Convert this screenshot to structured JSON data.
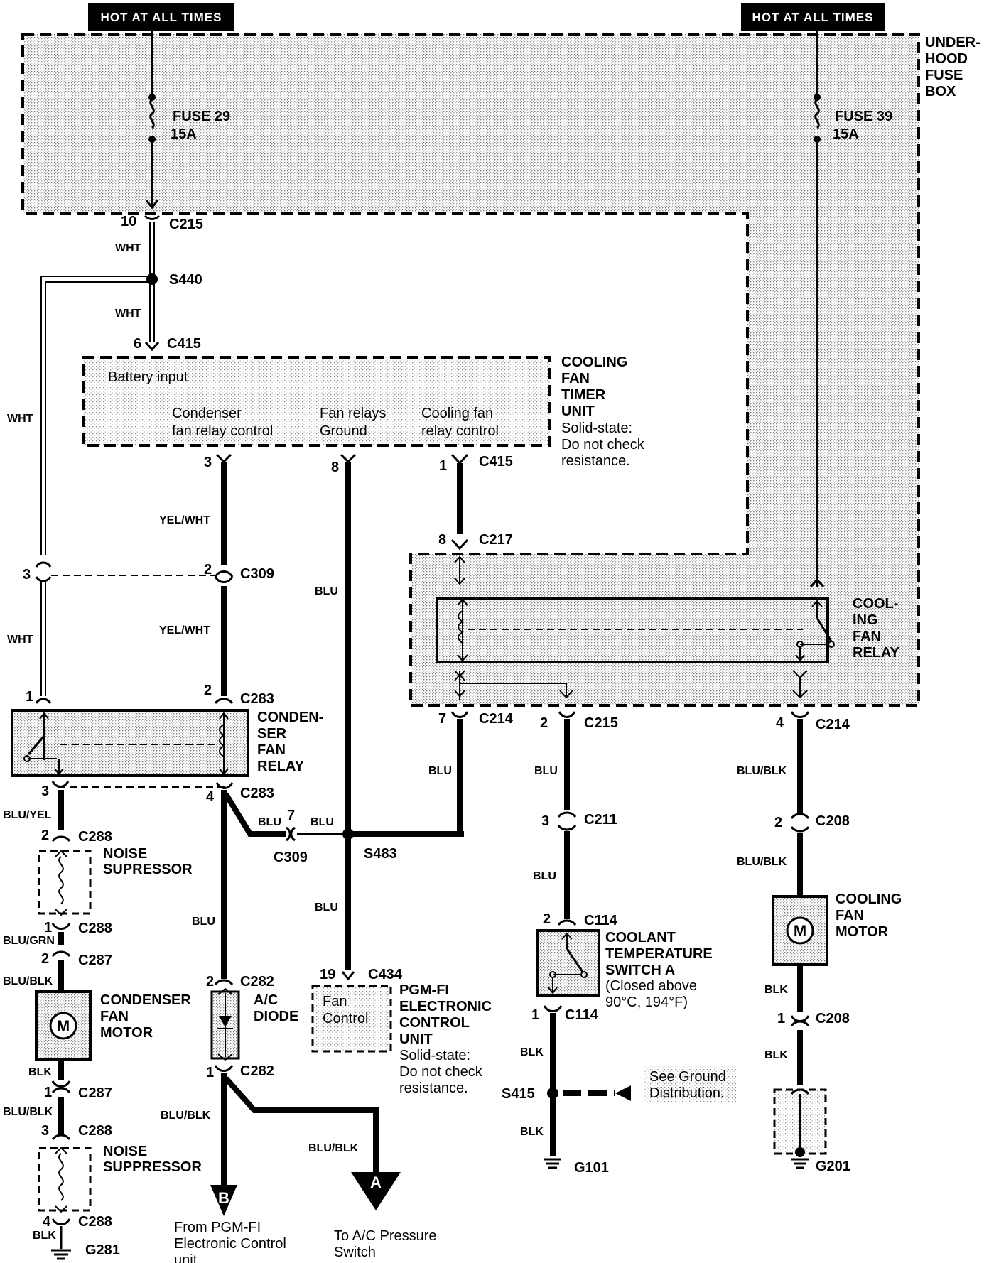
{
  "hot_labels": [
    "HOT AT ALL TIMES",
    "HOT AT ALL TIMES"
  ],
  "fusebox_label": [
    "UNDER-",
    "HOOD",
    "FUSE",
    "BOX"
  ],
  "fuses": [
    {
      "name": "FUSE 29",
      "rating": "15A"
    },
    {
      "name": "FUSE 39",
      "rating": "15A"
    }
  ],
  "splices": [
    "S440",
    "S483",
    "S415"
  ],
  "grounds": [
    "G281",
    "G101",
    "G201"
  ],
  "timer_unit": {
    "title": [
      "COOLING",
      "FAN",
      "TIMER",
      "UNIT"
    ],
    "note": [
      "Solid-state:",
      "Do not check",
      "resistance."
    ],
    "battery_input": "Battery input",
    "condenser_control": [
      "Condenser",
      "fan relay control"
    ],
    "fan_relays_ground": [
      "Fan relays",
      "Ground"
    ],
    "cooling_control": [
      "Cooling fan",
      "relay control"
    ]
  },
  "components": {
    "condenser_relay": [
      "CONDEN-",
      "SER",
      "FAN",
      "RELAY"
    ],
    "cooling_relay": [
      "COOL-",
      "ING",
      "FAN",
      "RELAY"
    ],
    "noise_suppressor": [
      "NOISE",
      "SUPRESSOR"
    ],
    "noise_suppressor2": [
      "NOISE",
      "SUPPRESSOR"
    ],
    "condenser_motor": [
      "CONDENSER",
      "FAN",
      "MOTOR"
    ],
    "cooling_motor": [
      "COOLING",
      "FAN",
      "MOTOR"
    ],
    "ac_diode": [
      "A/C",
      "DIODE"
    ],
    "motor_symbol": "M",
    "ecu_title": [
      "PGM-FI",
      "ELECTRONIC",
      "CONTROL",
      "UNIT"
    ],
    "ecu_note": [
      "Solid-state:",
      "Do not check",
      "resistance."
    ],
    "ecu_inner": [
      "Fan",
      "Control"
    ],
    "coolant_switch": [
      "COOLANT",
      "TEMPERATURE",
      "SWITCH A"
    ],
    "coolant_note": [
      "(Closed above",
      "90°C, 194°F)"
    ],
    "ground_dist": [
      "See Ground",
      "Distribution."
    ],
    "from_pgm": [
      "From PGM-FI",
      "Electronic Control",
      "unit"
    ],
    "to_ac": [
      "To A/C Pressure",
      "Switch"
    ],
    "conn_b": "B",
    "conn_a": "A"
  },
  "wires": [
    "WHT",
    "YEL/WHT",
    "BLU",
    "BLU/YEL",
    "BLU/GRN",
    "BLU/BLK",
    "BLK"
  ],
  "connectors": {
    "c215_10": [
      "10",
      "C215"
    ],
    "c415_6": [
      "6",
      "C415"
    ],
    "c415_3": [
      "3"
    ],
    "c415_8": [
      "8"
    ],
    "c415_1": [
      "1",
      "C415"
    ],
    "c217_8": [
      "8",
      "C217"
    ],
    "c309_3": [
      "3"
    ],
    "c309_2": [
      "2",
      "C309"
    ],
    "c283_1": [
      "1"
    ],
    "c283_2": [
      "2",
      "C283"
    ],
    "c283_3": [
      "3"
    ],
    "c283_4": [
      "4",
      "C283"
    ],
    "c309_7": [
      "7",
      "C309"
    ],
    "c214_7": [
      "7",
      "C214"
    ],
    "c215_2": [
      "2",
      "C215"
    ],
    "c214_4": [
      "4",
      "C214"
    ],
    "c288_2": [
      "2",
      "C288"
    ],
    "c288_1": [
      "1",
      "C288"
    ],
    "c287_2": [
      "2",
      "C287"
    ],
    "c287_1": [
      "1",
      "C287"
    ],
    "c288_3": [
      "3",
      "C288"
    ],
    "c288_4": [
      "4",
      "C288"
    ],
    "c282_2": [
      "2",
      "C282"
    ],
    "c282_1": [
      "1",
      "C282"
    ],
    "c434_19": [
      "19",
      "C434"
    ],
    "c211_3": [
      "3",
      "C211"
    ],
    "c114_2": [
      "2",
      "C114"
    ],
    "c114_1": [
      "1",
      "C114"
    ],
    "c208_2": [
      "2",
      "C208"
    ],
    "c208_1": [
      "1",
      "C208"
    ]
  }
}
